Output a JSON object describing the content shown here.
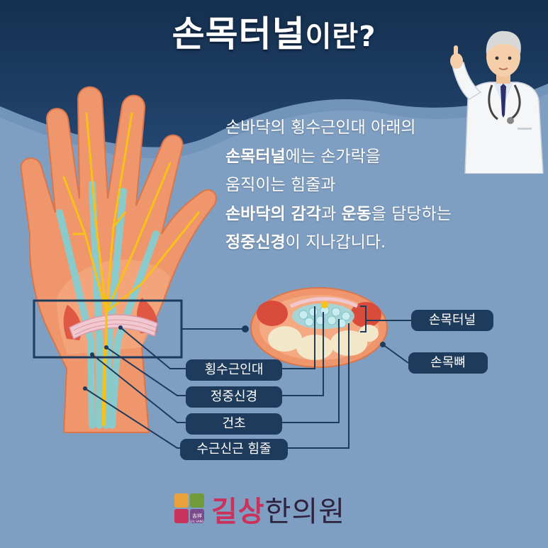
{
  "title": {
    "main": "손목터널",
    "suffix": "이란?"
  },
  "description": {
    "line1": "손바닥의 횡수근인대 아래의",
    "line2_bold": "손목터널",
    "line2_rest": "에는 손가락을",
    "line3": "움직이는 힘줄과",
    "line4_bold1": "손바닥의 감각",
    "line4_mid": "과 ",
    "line4_bold2": "운동",
    "line4_rest": "을 담당하는",
    "line5_bold": "정중신경",
    "line5_rest": "이 지나갑니다."
  },
  "labels": {
    "transverse_ligament": "횡수근인대",
    "median_nerve": "정중신경",
    "tendon_sheath": "건초",
    "flexor_tendon": "수근신근 힘줄",
    "carpal_tunnel": "손목터널",
    "carpal_bone": "손목뼈"
  },
  "logo": {
    "name_bold": "길상",
    "name_rest": "한의원",
    "hanja": "吉祥",
    "latin": "GIL SANG"
  },
  "colors": {
    "background": "#7f9fc2",
    "header": "#1c3a5e",
    "label_box": "#1f3b5c",
    "skin": "#f0966c",
    "nerve": "#f6c21a",
    "tendon": "#7fd0d6",
    "ligament": "#f1c7d0",
    "logo_accent": "#c9325a"
  },
  "icons": [
    "doctor-illustration",
    "hand-anatomy-illustration",
    "wrist-cross-section-illustration",
    "logo-mark-icon"
  ]
}
